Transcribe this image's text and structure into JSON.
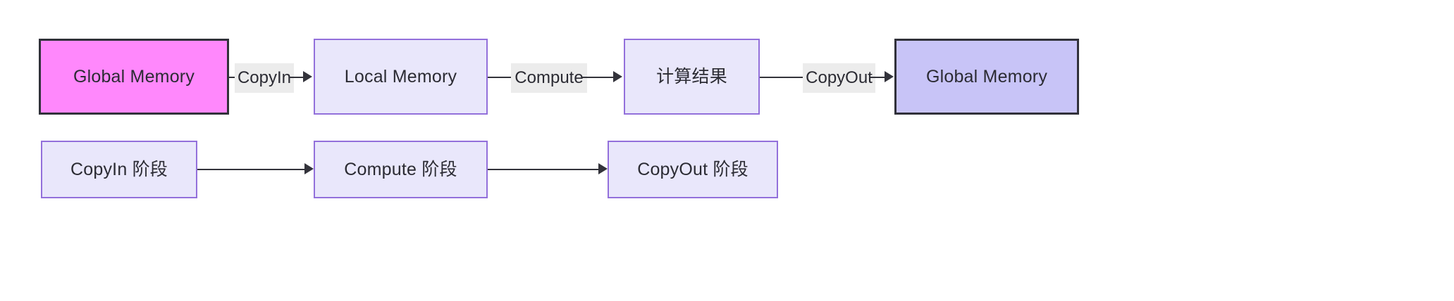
{
  "diagram": {
    "title": "Pipeline data-flow diagram",
    "background": "#ffffff",
    "palette": {
      "source_fill": "#ff88fc",
      "sink_fill": "#c8c4f7",
      "default_fill": "#e9e7fb",
      "default_stroke": "#9370db",
      "strong_stroke": "#31313a",
      "edge_stroke": "#33333b",
      "label_bg": "#ececec",
      "text": "#2b2b33"
    },
    "rows": [
      {
        "name": "data-flow-row",
        "nodes": [
          {
            "id": "global-memory-in",
            "label": "Global Memory",
            "style": "source"
          },
          {
            "id": "local-memory",
            "label": "Local Memory",
            "style": "default"
          },
          {
            "id": "compute-result",
            "label": "计算结果",
            "style": "default"
          },
          {
            "id": "global-memory-out",
            "label": "Global Memory",
            "style": "sink"
          }
        ],
        "edges": [
          {
            "id": "edge-copyin",
            "label": "CopyIn",
            "from": "global-memory-in",
            "to": "local-memory"
          },
          {
            "id": "edge-compute",
            "label": "Compute",
            "from": "local-memory",
            "to": "compute-result"
          },
          {
            "id": "edge-copyout",
            "label": "CopyOut",
            "from": "compute-result",
            "to": "global-memory-out"
          }
        ]
      },
      {
        "name": "stage-row",
        "nodes": [
          {
            "id": "stage-copyin",
            "label": "CopyIn 阶段",
            "style": "default"
          },
          {
            "id": "stage-compute",
            "label": "Compute 阶段",
            "style": "default"
          },
          {
            "id": "stage-copyout",
            "label": "CopyOut 阶段",
            "style": "default"
          }
        ],
        "edges": [
          {
            "id": "edge-stage-1",
            "label": "",
            "from": "stage-copyin",
            "to": "stage-compute"
          },
          {
            "id": "edge-stage-2",
            "label": "",
            "from": "stage-compute",
            "to": "stage-copyout"
          }
        ]
      }
    ]
  }
}
